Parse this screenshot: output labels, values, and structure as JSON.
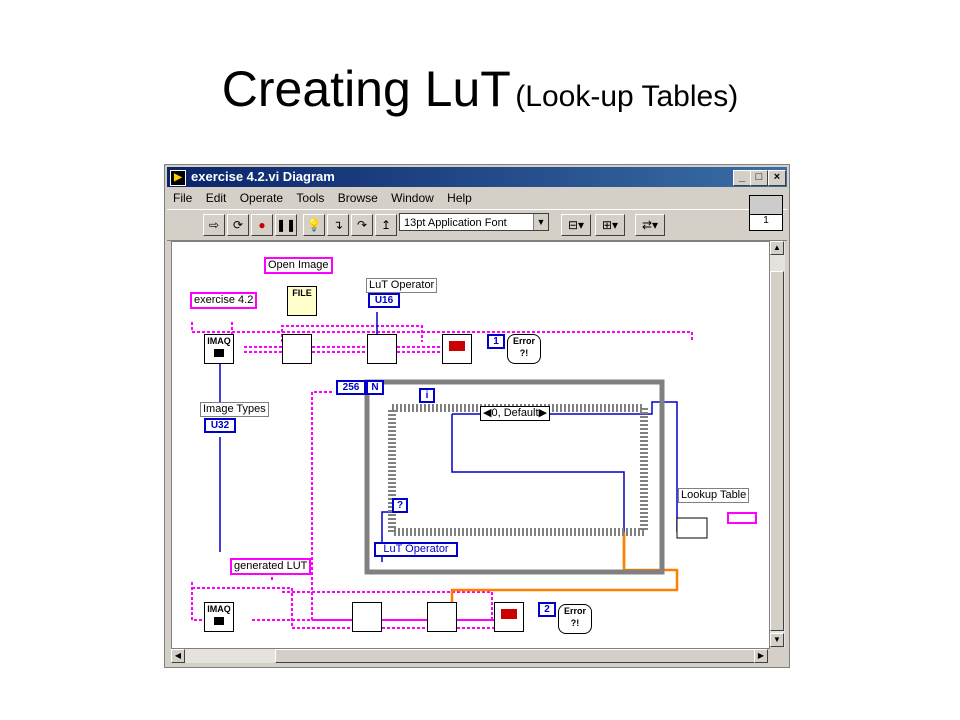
{
  "slide": {
    "title": "Creating LuT",
    "subtitle": "(Look-up Tables)"
  },
  "window": {
    "title": "exercise 4.2.vi Diagram",
    "buttons": {
      "minimize": "_",
      "maximize": "□",
      "close": "×"
    }
  },
  "menu": [
    "File",
    "Edit",
    "Operate",
    "Tools",
    "Browse",
    "Window",
    "Help"
  ],
  "toolbar": {
    "font_select": "13pt Application Font",
    "icon_pane_value": "1"
  },
  "diagram": {
    "labels": {
      "open_image": "Open Image",
      "exercise": "exercise 4.2",
      "lut_operator_label": "LuT Operator",
      "lut_operator_type": "U16",
      "image_types": "Image Types",
      "image_types_type": "U32",
      "loop_count": "256",
      "loop_n": "N",
      "loop_i": "i",
      "case_selector": "0, Default",
      "lut_operator_ctrl": "LuT Operator",
      "question": "?",
      "lookup_table": "Lookup Table",
      "generated_lut": "generated LUT",
      "const_1": "1",
      "const_2": "2",
      "file_icon": "FILE",
      "imaq1": "IMAQ",
      "imaq2": "IMAQ",
      "error1": "Error ?!",
      "error2": "Error ?!"
    }
  },
  "colors": {
    "pink_wire": "#ff00ff",
    "blue_wire": "#0000cc",
    "orange_wire": "#ff8000",
    "title_bar": "#0a246a"
  }
}
